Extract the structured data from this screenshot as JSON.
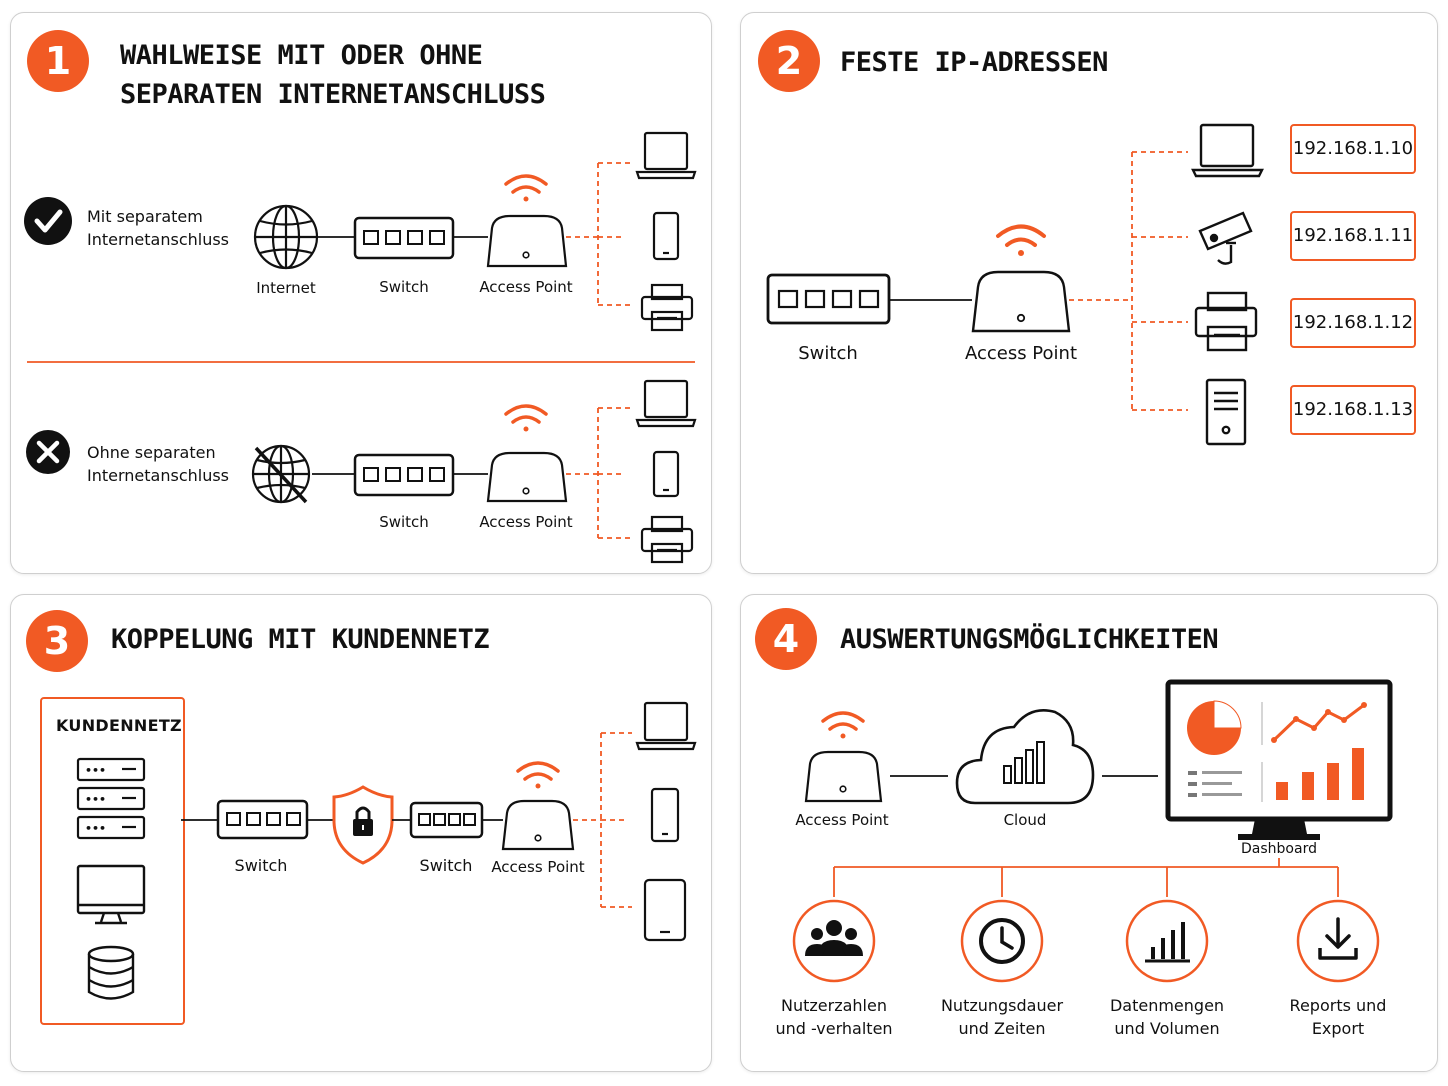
{
  "colors": {
    "accent": "#f15a24",
    "ink": "#111111",
    "border": "#cfcfcf"
  },
  "panel1": {
    "number": "1",
    "title_line1": "WAHLWEISE MIT ODER OHNE",
    "title_line2": "SEPARATEN INTERNETANSCHLUSS",
    "option_with": {
      "icon": "check-icon",
      "line1": "Mit separatem",
      "line2": "Internetanschluss"
    },
    "option_without": {
      "icon": "x-icon",
      "line1": "Ohne separaten",
      "line2": "Internetanschluss"
    },
    "labels": {
      "internet": "Internet",
      "switch": "Switch",
      "access_point": "Access Point"
    }
  },
  "panel2": {
    "number": "2",
    "title": "FESTE IP-ADRESSEN",
    "labels": {
      "switch": "Switch",
      "access_point": "Access Point"
    },
    "ips": [
      "192.168.1.10",
      "192.168.1.11",
      "192.168.1.12",
      "192.168.1.13"
    ],
    "devices": [
      "laptop-icon",
      "camera-icon",
      "printer-icon",
      "server-icon"
    ]
  },
  "panel3": {
    "number": "3",
    "title": "KOPPELUNG MIT KUNDENNETZ",
    "customer_net": "KUNDENNETZ",
    "labels": {
      "switch1": "Switch",
      "switch2": "Switch",
      "access_point": "Access Point"
    }
  },
  "panel4": {
    "number": "4",
    "title": "AUSWERTUNGSMÖGLICHKEITEN",
    "labels": {
      "access_point": "Access Point",
      "cloud": "Cloud",
      "dashboard": "Dashboard"
    },
    "metrics": [
      {
        "icon": "users-icon",
        "line1": "Nutzerzahlen",
        "line2": "und -verhalten"
      },
      {
        "icon": "clock-icon",
        "line1": "Nutzungsdauer",
        "line2": "und Zeiten"
      },
      {
        "icon": "bar-chart-icon",
        "line1": "Datenmengen",
        "line2": "und Volumen"
      },
      {
        "icon": "download-icon",
        "line1": "Reports und",
        "line2": "Export"
      }
    ]
  }
}
